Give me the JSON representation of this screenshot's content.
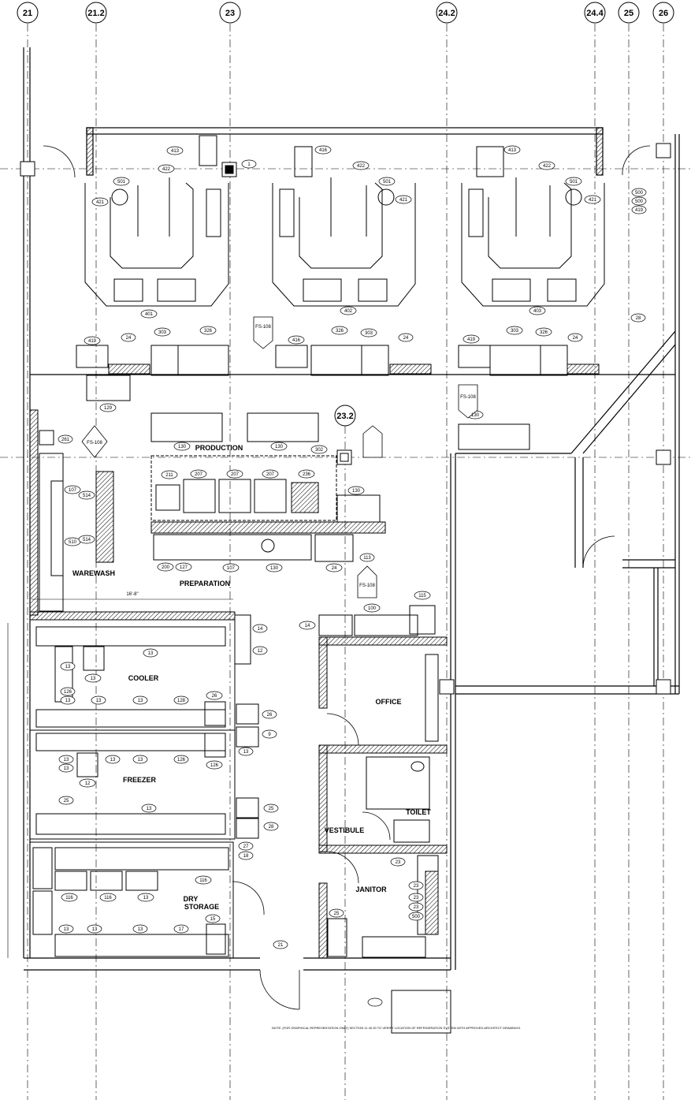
{
  "grid_labels": [
    "21",
    "21.2",
    "23",
    "24.2",
    "24.4",
    "25",
    "26",
    "23.2"
  ],
  "rooms": {
    "production": "PRODUCTION",
    "warewash": "WAREWASH",
    "preparation": "PREPARATION",
    "cooler": "COOLER",
    "freezer": "FREEZER",
    "dry": "DRY",
    "storage": "STORAGE",
    "office": "OFFICE",
    "vestibule": "VESTIBULE",
    "toilet": "TOILET",
    "janitor": "JANITOR"
  },
  "section_markers": [
    "FS-108",
    "FS-108",
    "FS-108",
    "FS-108"
  ],
  "dimension_label": "16'-8\"",
  "equipment_tags": [
    "413",
    "416",
    "413",
    "422",
    "422",
    "422",
    "501",
    "501",
    "501",
    "421",
    "421",
    "421",
    "401",
    "402",
    "403",
    "419",
    "24",
    "303",
    "326",
    "416",
    "326",
    "303",
    "24",
    "419",
    "303",
    "326",
    "24",
    "129",
    "130",
    "130",
    "130",
    "302",
    "211",
    "207",
    "207",
    "207",
    "236",
    "130",
    "107",
    "514",
    "510",
    "514",
    "261",
    "200",
    "127",
    "107",
    "130",
    "24",
    "113",
    "100",
    "115",
    "14",
    "14",
    "12",
    "13",
    "13",
    "126",
    "13",
    "13",
    "13",
    "13",
    "128",
    "26",
    "26",
    "9",
    "13",
    "13",
    "13",
    "13",
    "13",
    "126",
    "126",
    "12",
    "13",
    "25",
    "25",
    "28",
    "27",
    "18",
    "116",
    "116",
    "116",
    "13",
    "13",
    "13",
    "13",
    "17",
    "15",
    "21",
    "25",
    "23",
    "23",
    "23",
    "23",
    "500",
    "500",
    "500",
    "419",
    "28",
    "1"
  ],
  "note": "NOTE: (FOR GRAPHICAL REPRESENTATION ONLY) SECTION 11 40 00 TO VERIFY LOCATION OF REFRIGERATION SYSTEM WITH APPROVED ARCHITECT DRAWINGS."
}
